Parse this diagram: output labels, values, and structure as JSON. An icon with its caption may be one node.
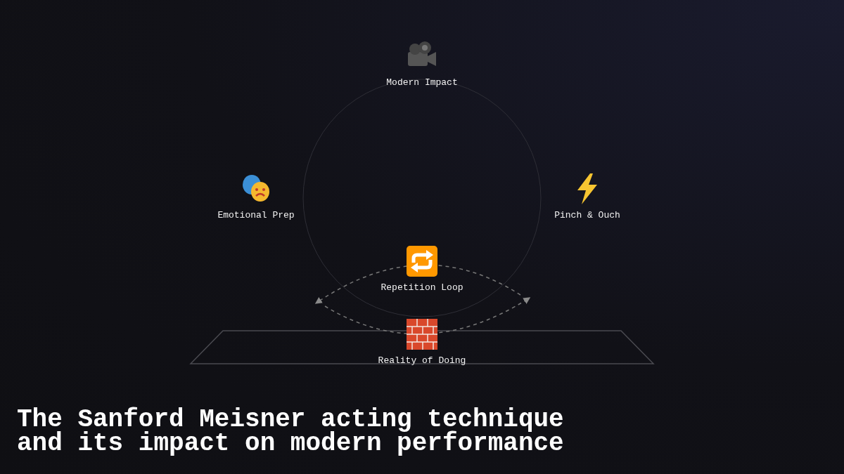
{
  "diagram": {
    "title": "The Sanford Meisner acting technique and its impact on modern performance",
    "nodes": [
      {
        "text": [
          "Modern Impact"
        ]
      },
      {
        "text": [
          "Emotional Prep"
        ]
      },
      {
        "text": [
          "Pinch & Ouch"
        ]
      },
      {
        "text": [
          "Repetition Loop"
        ]
      },
      {
        "text": [
          "Reality of Doing"
        ]
      }
    ]
  }
}
